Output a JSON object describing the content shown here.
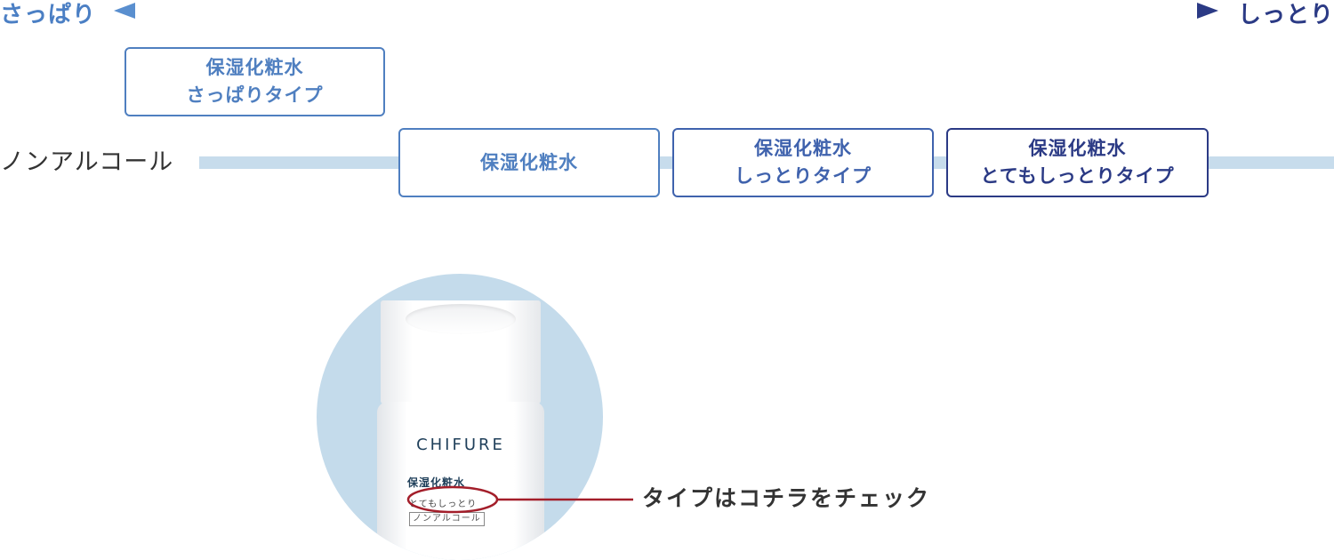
{
  "scale": {
    "left_label": "さっぱり",
    "right_label": "しっとり",
    "left_color": "#4b7fc4",
    "right_color": "#2b3a85"
  },
  "products": [
    {
      "line1": "保湿化粧水",
      "line2": "さっぱりタイプ"
    },
    {
      "line1": "保湿化粧水"
    },
    {
      "line1": "保湿化粧水",
      "line2": "しっとりタイプ"
    },
    {
      "line1": "保湿化粧水",
      "line2": "とてもしっとりタイプ"
    }
  ],
  "non_alcohol": {
    "label": "ノンアルコール",
    "line_color": "#c7dcec"
  },
  "bottle": {
    "brand": "CHIFURE",
    "name": "保湿化粧水",
    "type": "とてもしっとり",
    "badge": "ノンアルコール"
  },
  "callout": {
    "text": "タイプはコチラをチェック",
    "color": "#a31e2a"
  },
  "colors": {
    "circle": "#c4dbeb"
  }
}
